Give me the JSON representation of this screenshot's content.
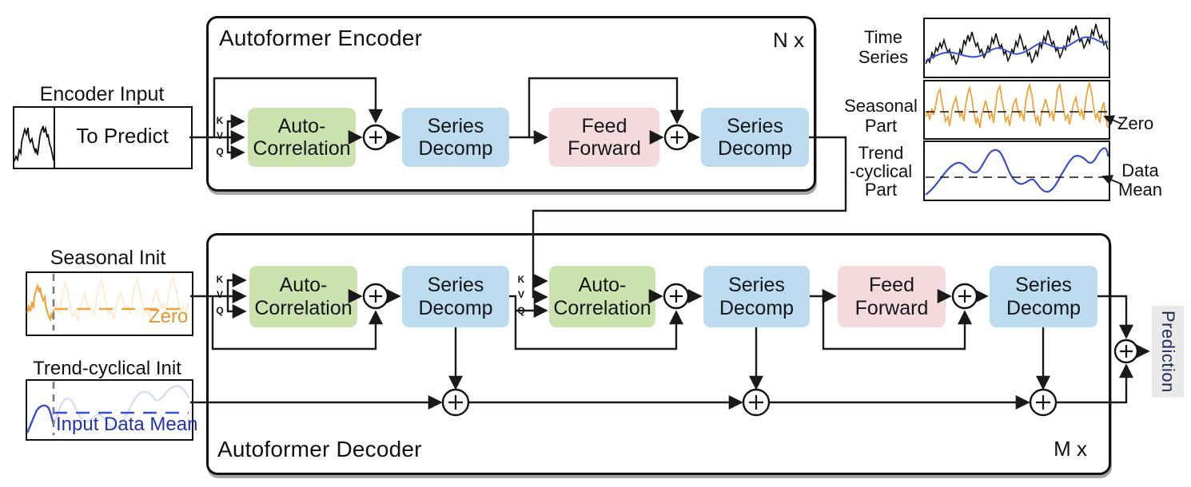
{
  "colors": {
    "block_green": "#cbe2af",
    "block_blue": "#bddbef",
    "block_pink": "#f4dadc",
    "seasonal_orange": "#f0a53c",
    "trend_blue": "#3a50c8",
    "prediction_text": "#232c53",
    "wire": "#1a1a1a"
  },
  "qkv": {
    "k": "K",
    "v": "V",
    "q": "Q"
  },
  "encoder": {
    "title": "Autoformer Encoder",
    "repeat": "N x",
    "blocks": {
      "autocorr": [
        "Auto-",
        "Correlation"
      ],
      "decomp1": [
        "Series",
        "Decomp"
      ],
      "ff": [
        "Feed",
        "Forward"
      ],
      "decomp2": [
        "Series",
        "Decomp"
      ]
    }
  },
  "decoder": {
    "title": "Autoformer Decoder",
    "repeat": "M x",
    "blocks": {
      "autocorr1": [
        "Auto-",
        "Correlation"
      ],
      "decomp1": [
        "Series",
        "Decomp"
      ],
      "autocorr2": [
        "Auto-",
        "Correlation"
      ],
      "decomp2": [
        "Series",
        "Decomp"
      ],
      "ff": [
        "Feed",
        "Forward"
      ],
      "decomp3": [
        "Series",
        "Decomp"
      ]
    }
  },
  "inputs": {
    "encoder_input": {
      "title": "Encoder Input",
      "label": "To Predict"
    },
    "seasonal_init": {
      "title": "Seasonal Init",
      "annotation": "Zero"
    },
    "trend_init": {
      "title": "Trend-cyclical Init",
      "annotation": "Input Data Mean"
    }
  },
  "legend": {
    "rows": [
      {
        "lines": [
          "Time",
          "Series"
        ]
      },
      {
        "lines": [
          "Seasonal",
          "Part"
        ],
        "annotation": "Zero"
      },
      {
        "lines": [
          "Trend",
          "-cyclical",
          "Part"
        ],
        "annotation": [
          "Data",
          "Mean"
        ]
      }
    ]
  },
  "output": {
    "label": "Prediction"
  }
}
